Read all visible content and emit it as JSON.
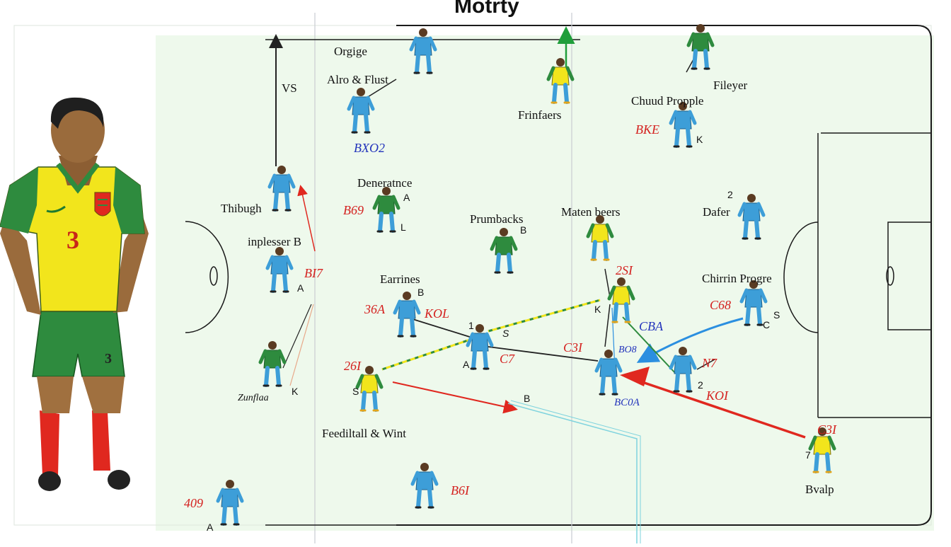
{
  "title": "Motrty",
  "colors": {
    "pitch": "#eef9ec",
    "line": "#1a1a1a",
    "blue_kit": "#3d9ed8",
    "green_kit": "#2e8b3e",
    "yellow_kit": "#f2e51c",
    "red_arrow": "#e0281f",
    "blue_arrow": "#2b8fe0",
    "dark_arrow": "#222222"
  },
  "featured_player": {
    "jersey_number": "3",
    "shorts_number": "3"
  },
  "labels": [
    "Orgige",
    "Alro & Flust",
    "VS",
    "Frinfaers",
    "Fileyer",
    "Chuud Propple",
    "Thibugh",
    "Deneratnce",
    "Prumbacks",
    "Maten beers",
    "Dafer",
    "inplesser B",
    "Earrines",
    "Chirrin Progre",
    "Zunflaa",
    "Feediltall & Wint",
    "Bvalp"
  ],
  "codes_red": [
    "BKE",
    "B69",
    "BI7",
    "36A",
    "KOL",
    "C7",
    "C3I",
    "2SI",
    "C68",
    "N7",
    "KOI",
    "26I",
    "C3I",
    "B6I",
    "409"
  ],
  "codes_blue": [
    "BXO2",
    "CBA",
    "BO8",
    "BC0A"
  ],
  "tags": [
    "K",
    "A",
    "L",
    "B",
    "2",
    "A",
    "B",
    "1",
    "S",
    "A",
    "K",
    "C",
    "S",
    "2",
    "K",
    "S",
    "B",
    "A",
    "7"
  ]
}
